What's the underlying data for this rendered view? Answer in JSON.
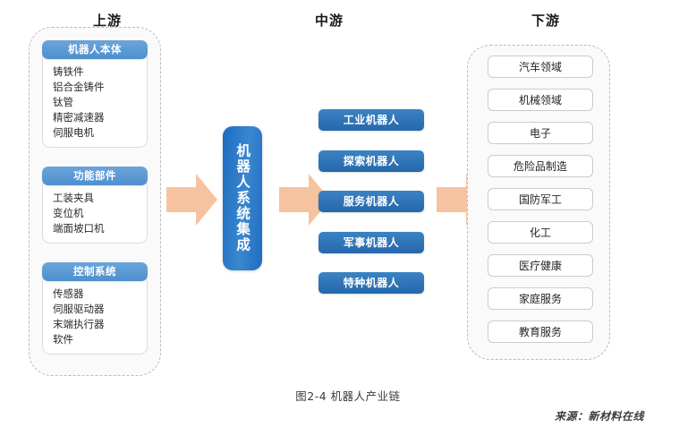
{
  "figure": {
    "caption": "图2-4 机器人产业链",
    "source": "来源：新材料在线"
  },
  "colors": {
    "arrow": "#f6c3a0",
    "group_pill": "#5b9bd5",
    "center_box": "#1f6fc4",
    "robot_box": "#2a6fba",
    "field_box_border": "#c7cdd4",
    "panel_border": "#b9bcc0",
    "text_dark": "#242424"
  },
  "columns": {
    "upstream": {
      "header": "上游",
      "groups": [
        {
          "title": "机器人本体",
          "items": [
            "铸铁件",
            "铝合金铸件",
            "钛管",
            "精密减速器",
            "伺服电机"
          ]
        },
        {
          "title": "功能部件",
          "items": [
            "工装夹具",
            "变位机",
            "端面坡口机"
          ]
        },
        {
          "title": "控制系统",
          "items": [
            "传感器",
            "伺服驱动器",
            "末端执行器",
            "软件"
          ]
        }
      ]
    },
    "midstream": {
      "header": "中游",
      "integration_label": "机器人系统集成",
      "robot_types": [
        "工业机器人",
        "探索机器人",
        "服务机器人",
        "军事机器人",
        "特种机器人"
      ]
    },
    "downstream": {
      "header": "下游",
      "fields": [
        "汽车领域",
        "机械领域",
        "电子",
        "危险品制造",
        "国防军工",
        "化工",
        "医疗健康",
        "家庭服务",
        "教育服务"
      ]
    }
  },
  "arrows": [
    {
      "name": "arrow-upstream-to-midstream"
    },
    {
      "name": "arrow-midstream-integration-to-types"
    },
    {
      "name": "arrow-midstream-to-downstream"
    }
  ]
}
